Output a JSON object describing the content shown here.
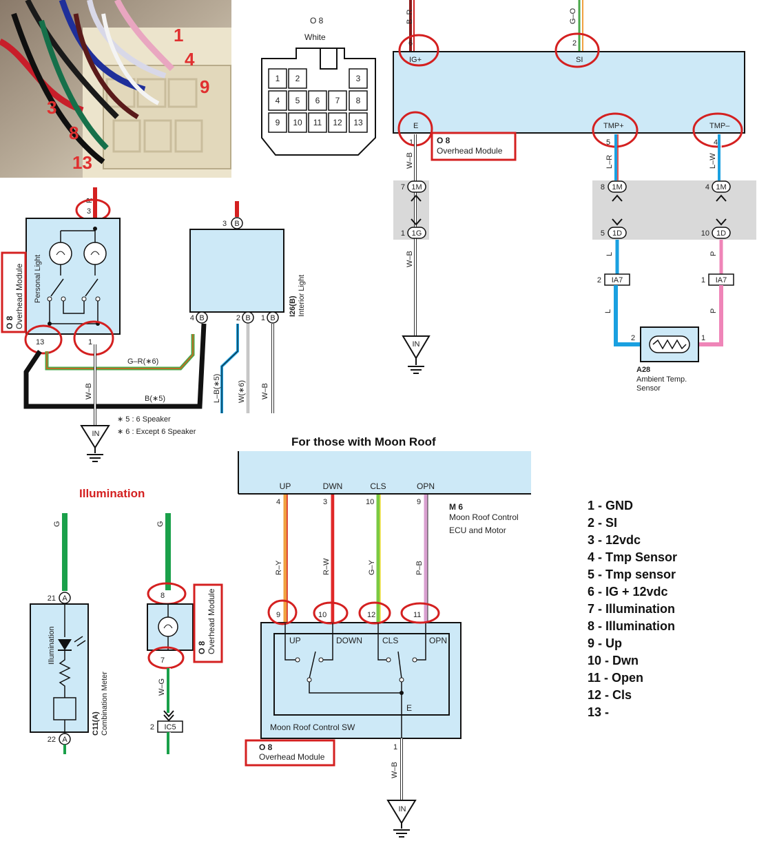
{
  "photo": {
    "pin_numbers": [
      "1",
      "4",
      "9",
      "3",
      "8",
      "13"
    ]
  },
  "connector": {
    "name": "O 8",
    "color": "White",
    "pins": [
      "1",
      "2",
      "3",
      "4",
      "5",
      "6",
      "7",
      "8",
      "9",
      "10",
      "11",
      "12",
      "13"
    ]
  },
  "top_module": {
    "pins": {
      "igplus": {
        "num": "6",
        "label": "IG+",
        "wire": "B–R"
      },
      "si": {
        "num": "2",
        "label": "SI",
        "wire": "G–O"
      },
      "e": {
        "num": "1",
        "label": "E",
        "wire": "W–B"
      },
      "tmpplus": {
        "num": "5",
        "label": "TMP+",
        "wire": "L–R"
      },
      "tmpminus": {
        "num": "4",
        "label": "TMP–",
        "wire": "L–W"
      }
    },
    "label": {
      "code": "O 8",
      "name": "Overhead Module"
    },
    "junctions": {
      "left": [
        {
          "num": "7",
          "label": "1M"
        },
        {
          "num": "1",
          "label": "1G"
        }
      ],
      "mid": [
        {
          "num": "8",
          "label": "1M"
        },
        {
          "num": "5",
          "label": "1D"
        }
      ],
      "right": [
        {
          "num": "4",
          "label": "1M"
        },
        {
          "num": "10",
          "label": "1D"
        }
      ]
    },
    "ground_label": "IN",
    "ground_wire": "W–B",
    "ia7_left": {
      "num": "2",
      "label": "IA7"
    },
    "ia7_right": {
      "num": "1",
      "label": "IA7"
    },
    "wire_l": "L",
    "wire_p": "P",
    "sensor": {
      "code": "A28",
      "name_line1": "Ambient Temp.",
      "name_line2": "Sensor",
      "pin_left": "2",
      "pin_right": "1"
    }
  },
  "personal_light": {
    "title": "Personal Light",
    "module_code": "O 8",
    "module_name": "Overhead Module",
    "pin_top": "3",
    "wire_top": "R",
    "pin_13": "13",
    "pin_1": "1",
    "wire_gr": "G–R(∗6)",
    "wire_b": "B(∗5)",
    "wire_wb": "W–B",
    "ground_label": "IN",
    "note1": "∗ 5 : 6 Speaker",
    "note2": "∗ 6 : Except 6 Speaker"
  },
  "interior_light": {
    "code": "I26(B)",
    "name": "Interior Light",
    "pin_top": "3",
    "pin_4": "4",
    "pin_2": "2",
    "pin_1": "1",
    "conn": "B",
    "wire_lb": "L–B(∗5)",
    "wire_w": "W(∗6)",
    "wire_wb": "W–B"
  },
  "moon_roof": {
    "heading": "For those with Moon Roof",
    "ecu_code": "M 6",
    "ecu_name_line1": "Moon Roof Control",
    "ecu_name_line2": "ECU and Motor",
    "ecu_pins": [
      {
        "label": "UP",
        "num": "4",
        "wire": "R–Y",
        "color": "#f0a040"
      },
      {
        "label": "DWN",
        "num": "3",
        "wire": "R–W",
        "color": "#e02828"
      },
      {
        "label": "CLS",
        "num": "10",
        "wire": "G–Y",
        "color": "#7ac943"
      },
      {
        "label": "OPN",
        "num": "9",
        "wire": "P–B",
        "color": "#d9a0d0"
      }
    ],
    "sw_pins": [
      {
        "num": "9",
        "label": "UP"
      },
      {
        "num": "10",
        "label": "DOWN"
      },
      {
        "num": "12",
        "label": "CLS"
      },
      {
        "num": "11",
        "label": "OPN"
      }
    ],
    "sw_name": "Moon Roof Control SW",
    "sw_e": "E",
    "module_code": "O 8",
    "module_name": "Overhead Module",
    "ground_pin": "1",
    "ground_wire": "W–B",
    "ground_label": "IN"
  },
  "illumination": {
    "heading": "Illumination",
    "meter": {
      "wire_top": "G",
      "pin_top": "21",
      "pin_bottom": "22",
      "conn": "A",
      "inner_label": "Illumination",
      "code": "C11(A)",
      "name": "Combination Meter"
    },
    "overhead": {
      "wire_top": "G",
      "pin_8": "8",
      "pin_7": "7",
      "wire_bottom": "W–G",
      "ic5_num": "2",
      "ic5_label": "IC5",
      "module_code": "O 8",
      "module_name": "Overhead Module"
    }
  },
  "legend": [
    "1 - GND",
    "2 - SI",
    "3 - 12vdc",
    "4 - Tmp Sensor",
    "5 - Tmp sensor",
    "6 -  IG + 12vdc",
    "7 - Illumination",
    "8 - Illumination",
    "9 - Up",
    "10 - Dwn",
    "11 - Open",
    "12 - Cls",
    "13 -"
  ]
}
